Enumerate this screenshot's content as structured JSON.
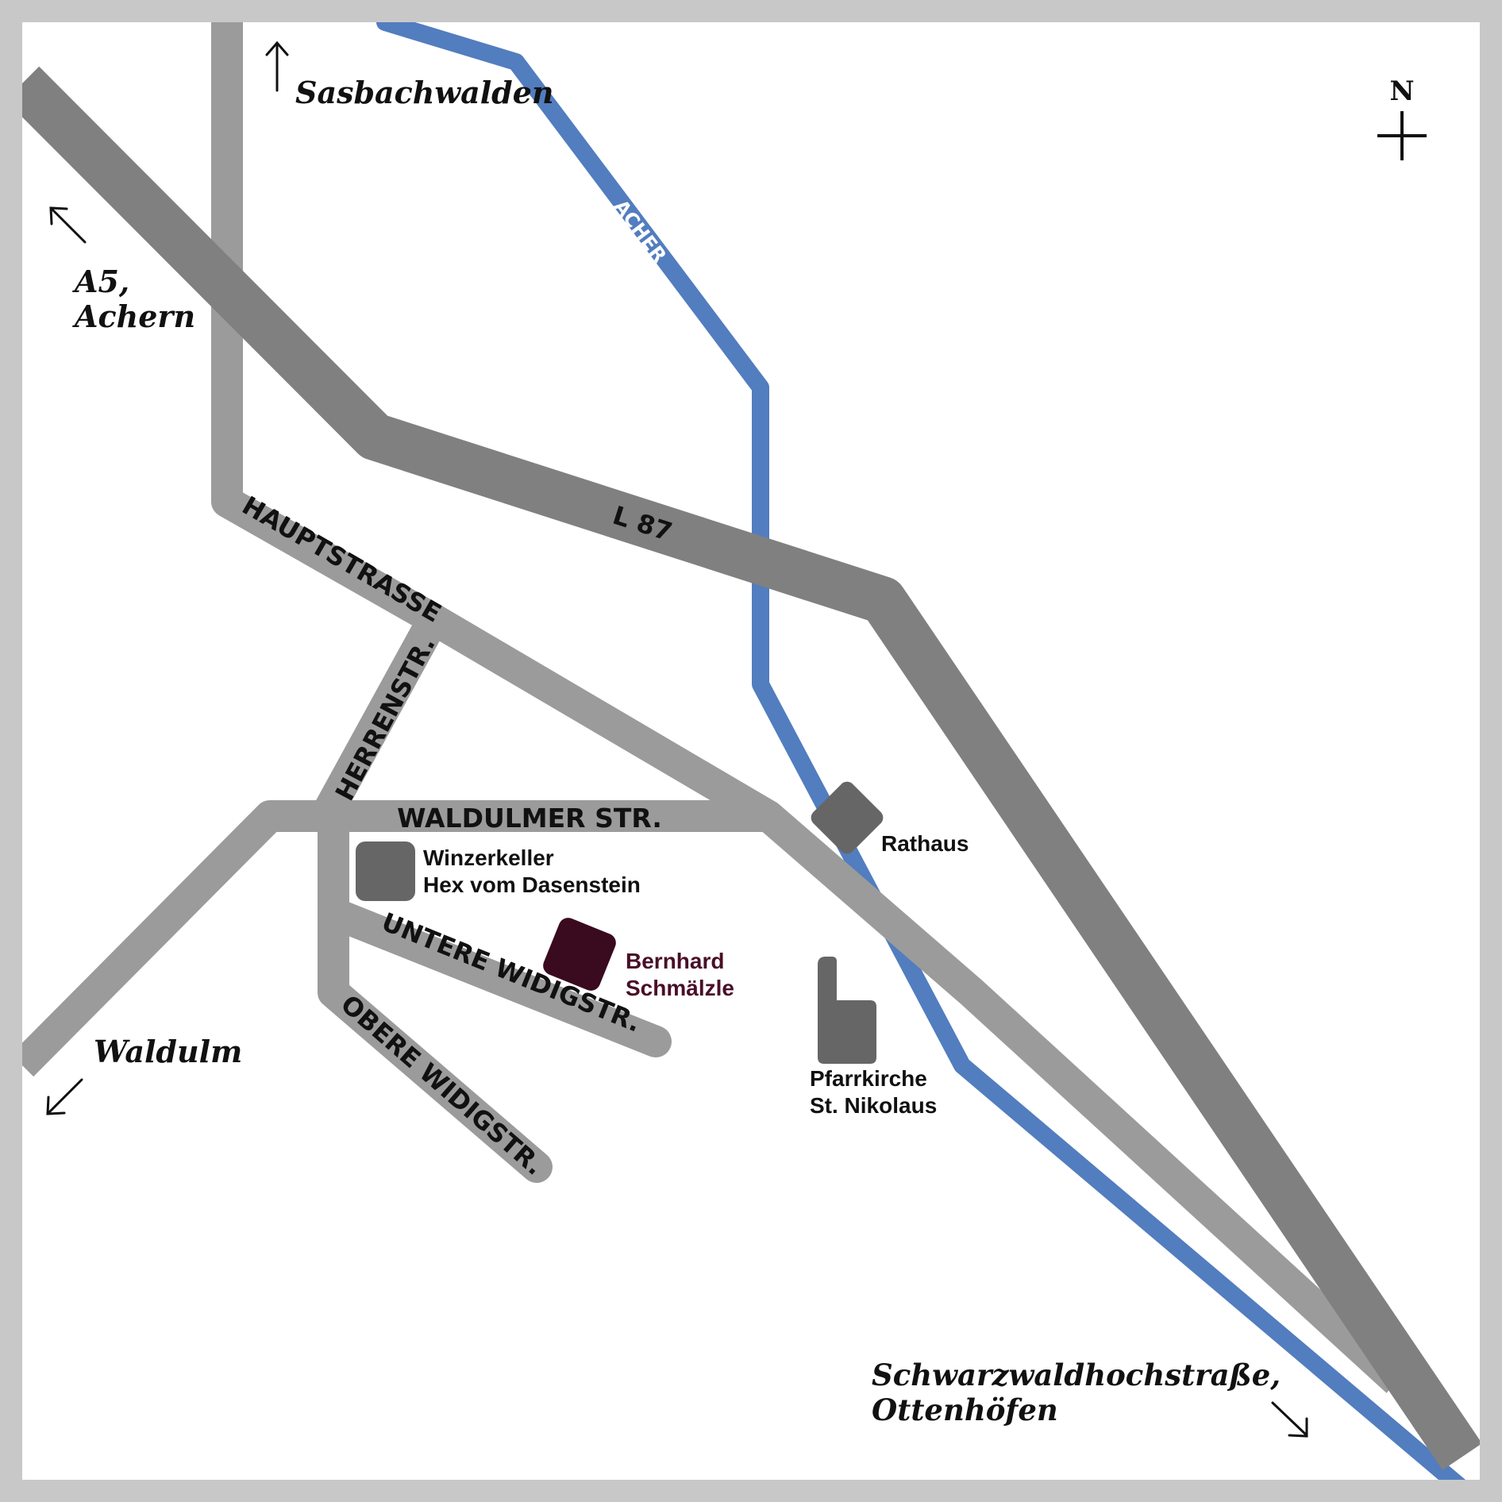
{
  "colors": {
    "frame": "#c8c8c8",
    "background": "#ffffff",
    "main_road": "#808080",
    "side_road": "#9b9b9b",
    "river": "#527dbf",
    "poi_marker": "#666666",
    "highlight_marker": "#3a0a1e",
    "highlight_text": "#4a0f27"
  },
  "compass": {
    "label": "N"
  },
  "river": {
    "name": "ACHER"
  },
  "roads": {
    "l87": "L 87",
    "hauptstrasse": "HAUPTSTRASSE",
    "herrenstr": "HERRENSTR.",
    "waldulmer": "WALDULMER STR.",
    "untere_widigstr": "UNTERE WIDIGSTR.",
    "obere_widigstr": "OBERE WIDIGSTR."
  },
  "destinations": {
    "sasbachwalden": "Sasbachwalden",
    "a5_line1": "A5,",
    "a5_line2": "Achern",
    "waldulm": "Waldulm",
    "schwarzwald_line1": "Schwarzwaldhochstraße,",
    "schwarzwald_line2": "Ottenhöfen"
  },
  "pois": {
    "rathaus": "Rathaus",
    "winzerkeller_line1": "Winzerkeller",
    "winzerkeller_line2": "Hex vom Dasenstein",
    "bernhard_line1": "Bernhard",
    "bernhard_line2": "Schmälzle",
    "kirche_line1": "Pfarrkirche",
    "kirche_line2": "St. Nikolaus"
  }
}
